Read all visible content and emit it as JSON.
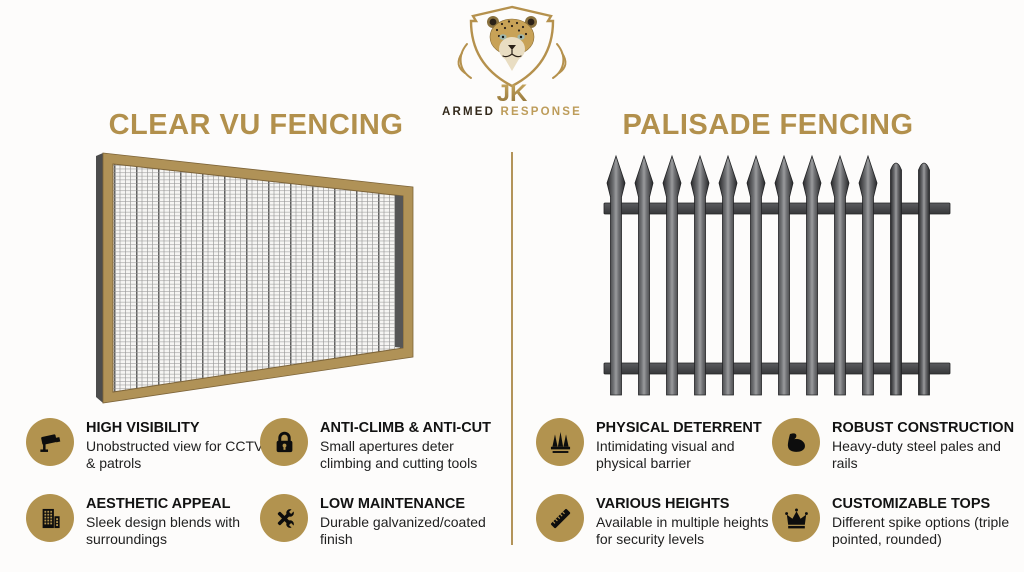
{
  "logo": {
    "brand": "JK",
    "tagline_primary": "ARMED",
    "tagline_secondary": "RESPONSE",
    "emblem": "leopard-shield"
  },
  "left_section": {
    "title": "CLEAR VU FENCING",
    "illustration": "clear-vu-mesh-panel",
    "features": [
      {
        "icon": "cctv-camera-icon",
        "title": "HIGH VISIBILITY",
        "description": "Unobstructed view for CCTV & patrols"
      },
      {
        "icon": "padlock-icon",
        "title": "ANTI-CLIMB & ANTI-CUT",
        "description": "Small apertures deter climbing and cutting tools"
      },
      {
        "icon": "building-icon",
        "title": "AESTHETIC APPEAL",
        "description": "Sleek design blends with surroundings"
      },
      {
        "icon": "crossed-wrenches-icon",
        "title": "LOW MAINTENANCE",
        "description": "Durable galvanized/coated finish"
      }
    ]
  },
  "right_section": {
    "title": "PALISADE FENCING",
    "illustration": "palisade-fence",
    "features": [
      {
        "icon": "spikes-icon",
        "title": "PHYSICAL DETERRENT",
        "description": "Intimidating visual and physical barrier"
      },
      {
        "icon": "bicep-icon",
        "title": "ROBUST CONSTRUCTION",
        "description": "Heavy-duty steel pales and rails"
      },
      {
        "icon": "ruler-icon",
        "title": "VARIOUS HEIGHTS",
        "description": "Available in multiple heights for security levels"
      },
      {
        "icon": "crown-icon",
        "title": "CUSTOMIZABLE TOPS",
        "description": "Different spike options (triple pointed, rounded)"
      }
    ]
  },
  "illustrations": {
    "palisade": {
      "pale_count": 12,
      "pointed_pales": 10,
      "rounded_pales": 2,
      "rail_count": 2
    }
  },
  "colors": {
    "gold_title": "#b2904c",
    "gold_circle": "#b2934f",
    "divider_gold": "#b3945a",
    "text_dark": "#121212",
    "background": "#fdfcfb",
    "steel_dark": "#3b3c3e",
    "frame_tan": "#b09257"
  }
}
